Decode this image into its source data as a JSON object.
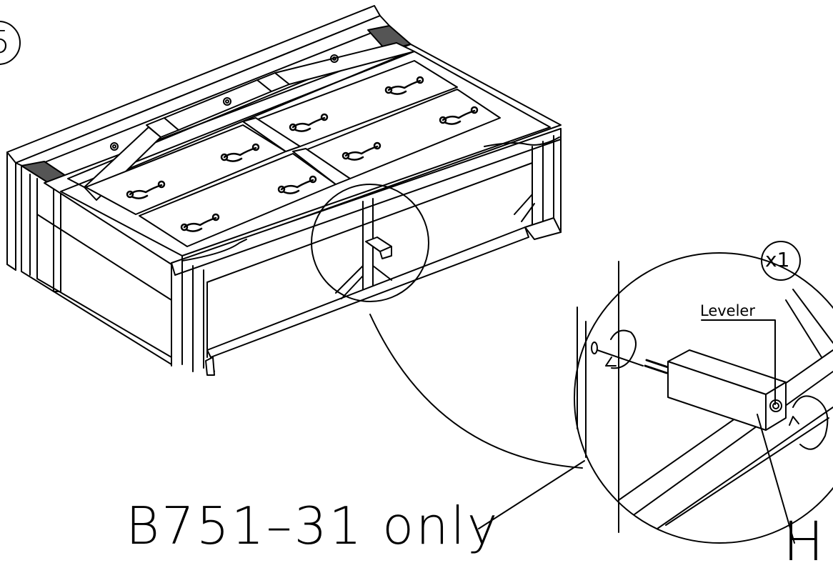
{
  "step_number": "5",
  "quantity_label": "x1",
  "callout_label": "Leveler",
  "part_letter": "H",
  "model_note": "B751–31  only"
}
